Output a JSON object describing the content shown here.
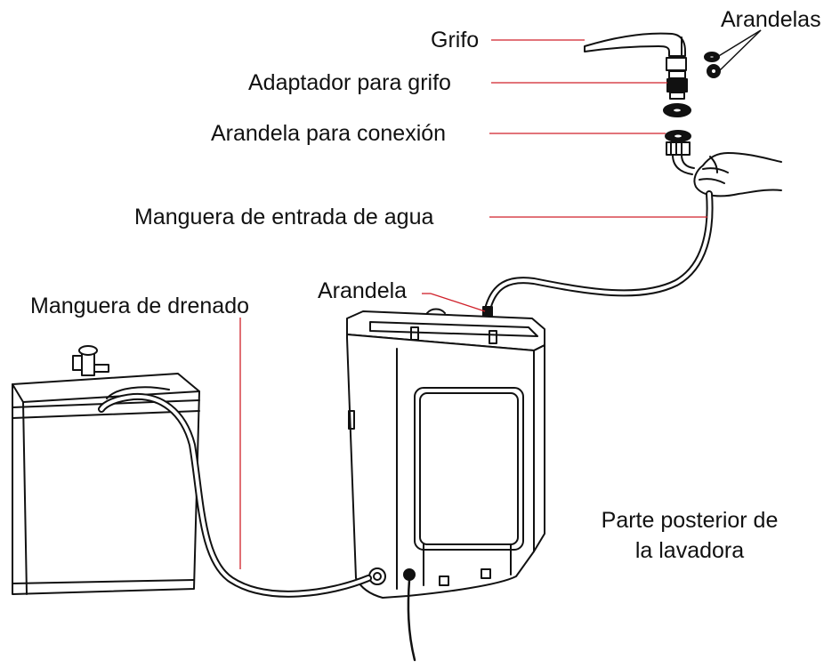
{
  "labels": {
    "grifo": "Grifo",
    "arandelas": "Arandelas",
    "adaptador": "Adaptador para grifo",
    "arandela_conexion": "Arandela para conexión",
    "manguera_entrada": "Manguera de entrada de agua",
    "arandela": "Arandela",
    "manguera_drenado": "Manguera de drenado"
  },
  "note": {
    "line1": "Parte posterior de",
    "line2": "la lavadora"
  },
  "colors": {
    "leader": "#d0202a",
    "ink": "#111111",
    "background": "#ffffff"
  }
}
